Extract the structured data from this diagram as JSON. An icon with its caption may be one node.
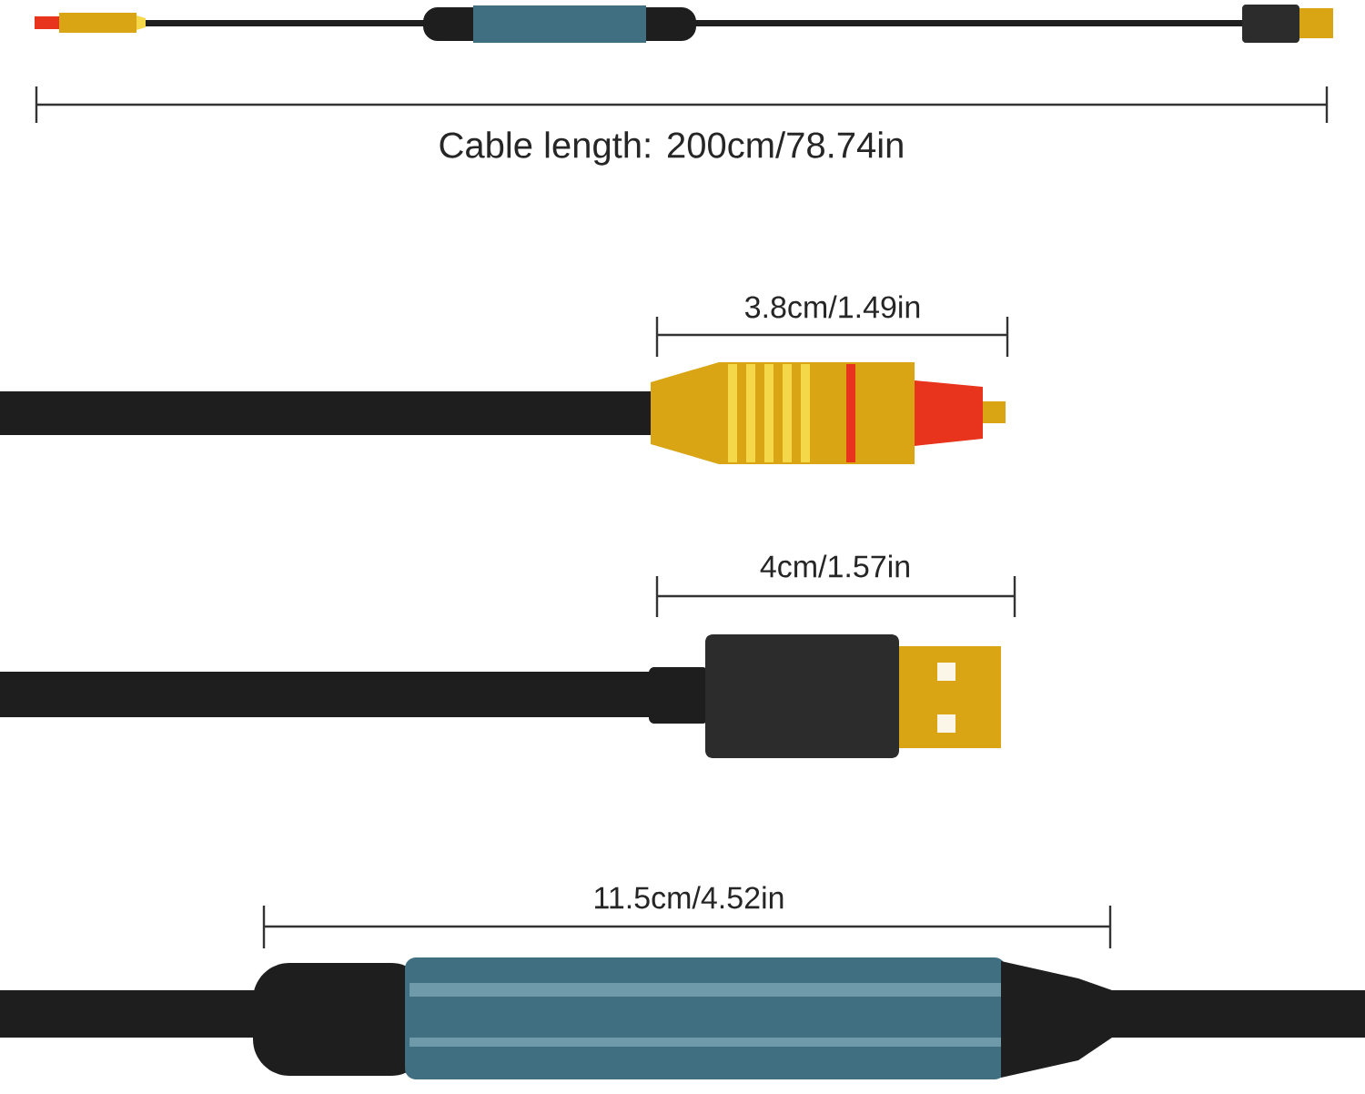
{
  "diagram": {
    "labels": [
      "Cable length: 200cm/78.74in",
      "3.8cm/1.49in",
      "4cm/1.57in",
      "11.5cm/4.52in"
    ]
  }
}
